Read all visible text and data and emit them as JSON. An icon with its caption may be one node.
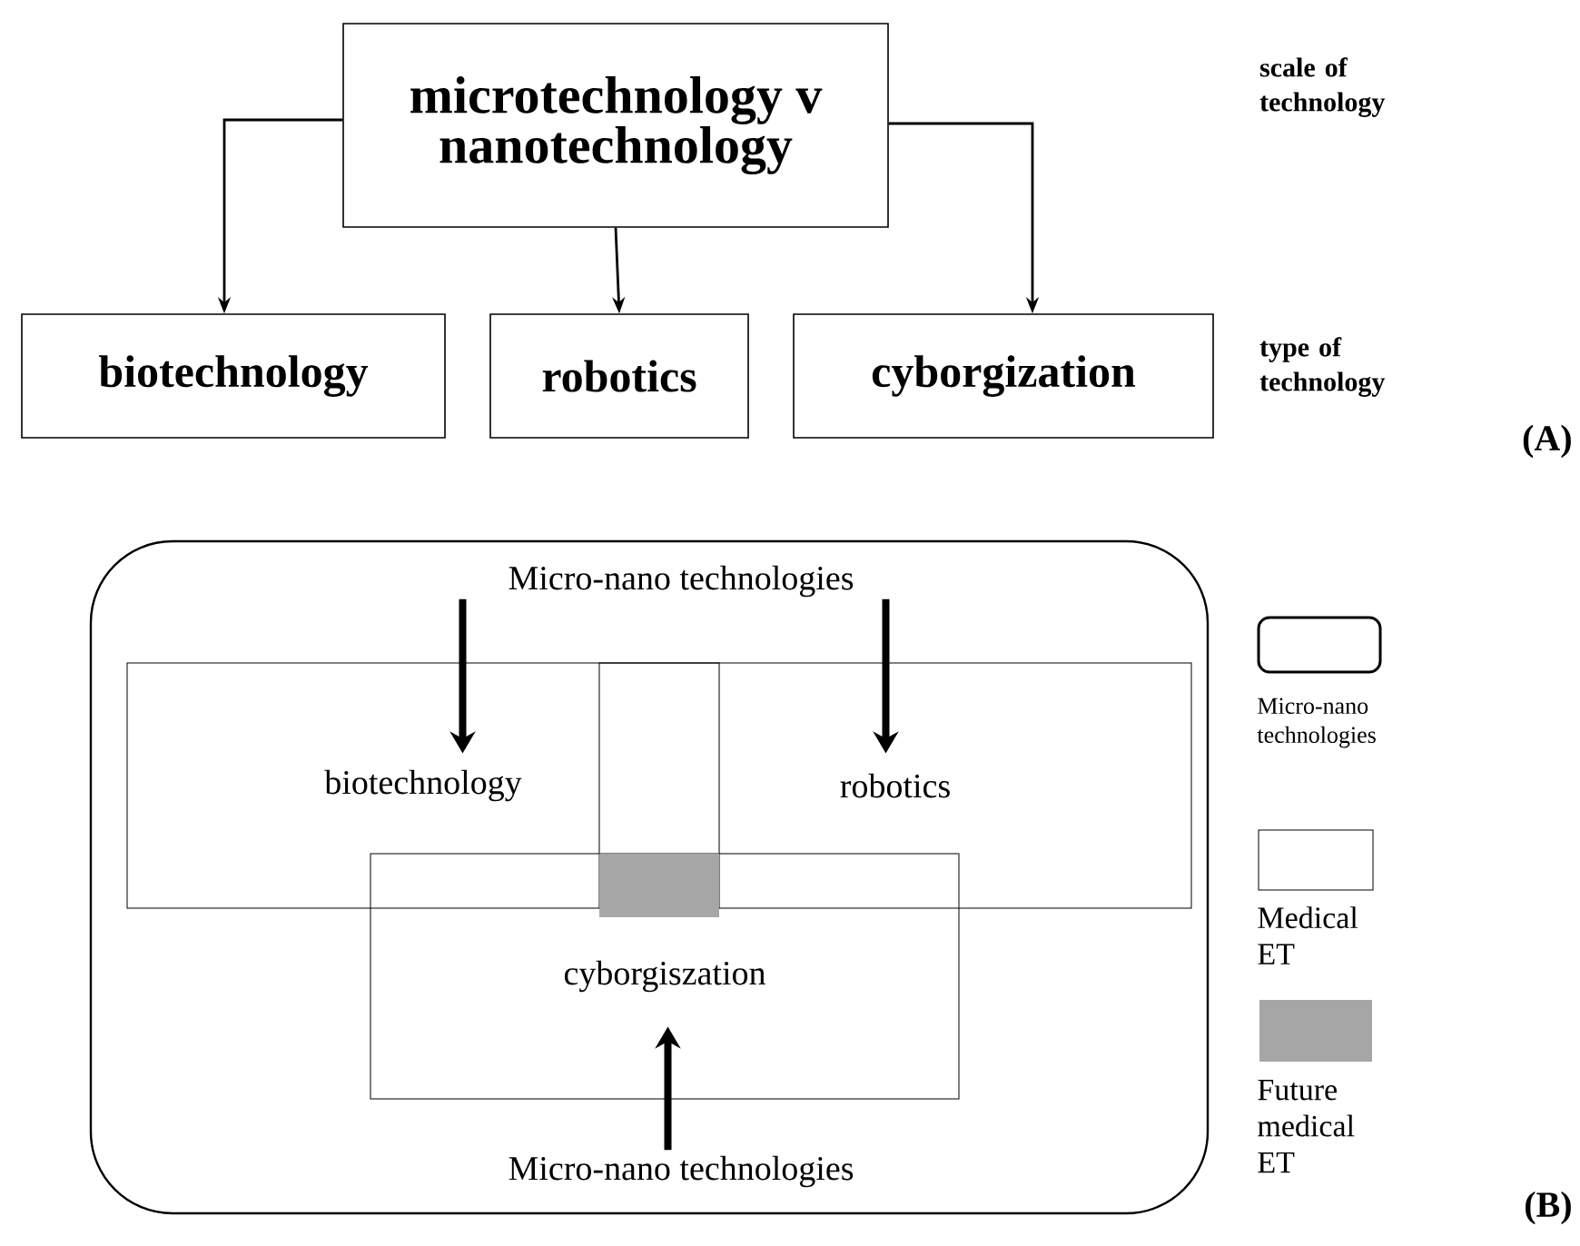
{
  "diagram": {
    "nodes": [
      {
        "text": [
          "microtechnology v nanotechnology"
        ]
      },
      {
        "text": [
          "biotechnology"
        ]
      },
      {
        "text": [
          "robotics"
        ]
      },
      {
        "text": [
          "cyborgization"
        ]
      },
      {
        "text": [],
        "shape": "box"
      },
      {
        "text": [
          "Micro-nano technologies"
        ],
        "in": 4
      },
      {
        "text": [
          "biotechnology"
        ],
        "in": 4
      },
      {
        "text": [
          "robotics"
        ],
        "in": 4
      },
      {
        "text": [
          "cyborgiszation"
        ],
        "in": 4
      },
      {
        "text": [],
        "shape": "box",
        "in": 8
      },
      {
        "text": [
          "Micro-nano technologies"
        ],
        "in": 4
      }
    ],
    "edges": [
      {
        "from": 0,
        "to": 1,
        "arrow": "to"
      },
      {
        "from": 0,
        "to": 2,
        "arrow": "to"
      },
      {
        "from": 0,
        "to": 3,
        "arrow": "to"
      },
      {
        "from": 5,
        "to": 6,
        "arrow": "to",
        "style": "thick"
      },
      {
        "from": 5,
        "to": 7,
        "arrow": "to",
        "style": "thick"
      },
      {
        "from": 10,
        "to": 8,
        "arrow": "to",
        "style": "thick"
      }
    ],
    "labels": [
      "scale of technology",
      "type of technology",
      "(A)",
      "(B)"
    ],
    "legend": [
      {
        "text": "Micro-nano technologies"
      },
      {
        "text": "Medical ET"
      },
      {
        "text": "Future medical ET",
        "color": "#a6a6a6"
      }
    ]
  }
}
